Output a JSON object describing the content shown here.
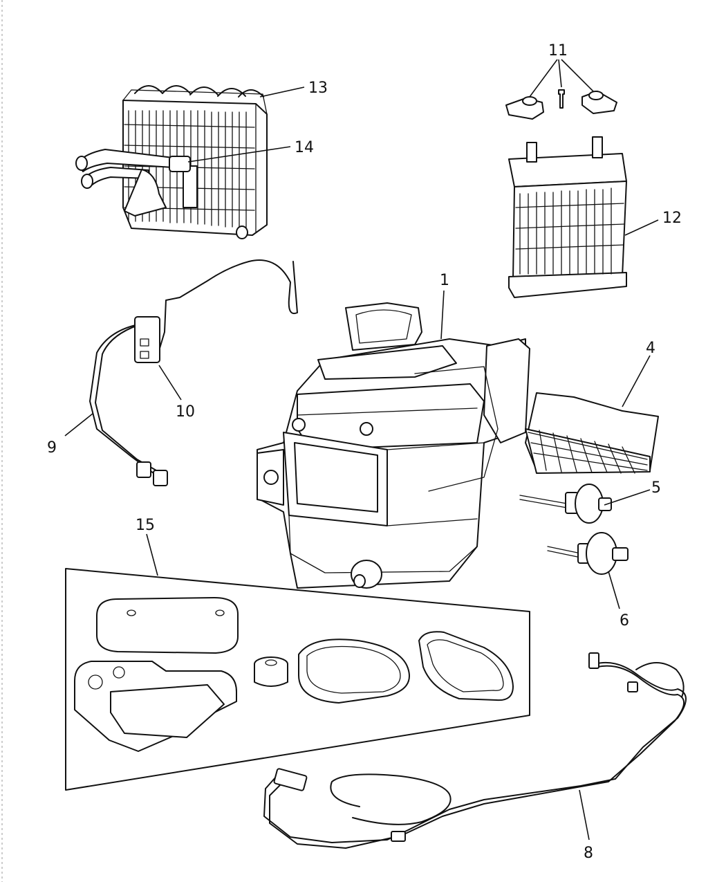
{
  "callouts": [
    {
      "id": "c1",
      "text": "1"
    },
    {
      "id": "c4",
      "text": "4"
    },
    {
      "id": "c5",
      "text": "5"
    },
    {
      "id": "c6",
      "text": "6"
    },
    {
      "id": "c8",
      "text": "8"
    },
    {
      "id": "c9",
      "text": "9"
    },
    {
      "id": "c10",
      "text": "10"
    },
    {
      "id": "c11",
      "text": "11"
    },
    {
      "id": "c12",
      "text": "12"
    },
    {
      "id": "c13",
      "text": "13"
    },
    {
      "id": "c14",
      "text": "14"
    },
    {
      "id": "c15",
      "text": "15"
    }
  ],
  "colors": {
    "ink": "#111111",
    "paper": "#ffffff"
  }
}
